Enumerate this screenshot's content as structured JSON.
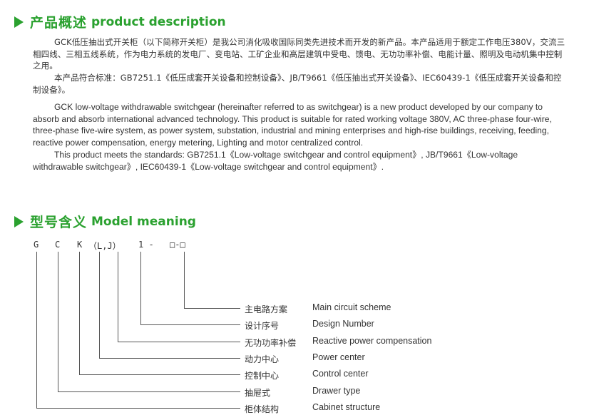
{
  "product_description": {
    "title_cn": "产品概述",
    "title_en": "product description",
    "para_cn_1": "GCK低压抽出式开关柜（以下简称开关柜）是我公司消化吸收国际同类先进技术而开发的新产品。本产品适用于额定工作电压380V，交流三相四线、三相五线系统，作为电力系统的发电厂、变电站、工矿企业和高层建筑中受电、馈电、无功功率补偿、电能计量、照明及电动机集中控制之用。",
    "para_cn_2": "本产品符合标准：GB7251.1《低压成套开关设备和控制设备》、JB/T9661《低压抽出式开关设备》、IEC60439-1《低压成套开关设备和控制设备》。",
    "para_en_1": "GCK low-voltage withdrawable switchgear (hereinafter referred to as switchgear) is a new product developed by our company to absorb and absorb international advanced technology. This product is suitable for rated working voltage 380V, AC three-phase four-wire, three-phase five-wire system, as power system, substation, industrial and mining enterprises and high-rise buildings, receiving, feeding, reactive power compensation, energy metering, Lighting and motor centralized control.",
    "para_en_2": "This product meets the standards: GB7251.1《Low-voltage switchgear and control equipment》, JB/T9661《Low-voltage withdrawable switchgear》, IEC60439-1《Low-voltage switchgear and control equipment》."
  },
  "model_meaning": {
    "title_cn": "型号含义",
    "title_en": "Model meaning",
    "code": {
      "g": "G",
      "c": "C",
      "k": "K",
      "lj": "（L,J）",
      "one": "1 -",
      "boxes": "□-□"
    },
    "labels": [
      {
        "cn": "主电路方案",
        "en": "Main circuit scheme"
      },
      {
        "cn": "设计序号",
        "en": "Design Number"
      },
      {
        "cn": "无功功率补偿",
        "en": "Reactive power compensation"
      },
      {
        "cn": "动力中心",
        "en": "Power center"
      },
      {
        "cn": "控制中心",
        "en": "Control center"
      },
      {
        "cn": "抽屉式",
        "en": "Drawer type"
      },
      {
        "cn": "柜体结构",
        "en": "Cabinet structure"
      }
    ]
  },
  "colors": {
    "accent": "#2aa12f",
    "text": "#333333",
    "line": "#555555"
  }
}
